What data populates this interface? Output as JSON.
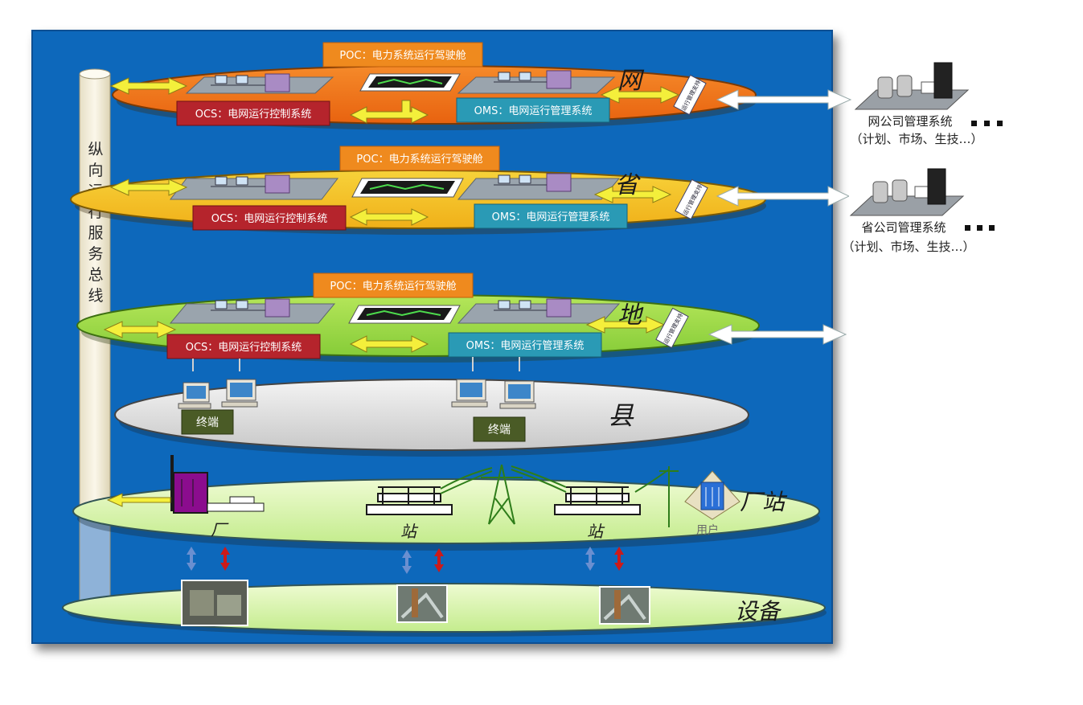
{
  "bus": {
    "label": [
      "纵",
      "向",
      "运",
      "行",
      "服",
      "务",
      "总",
      "线"
    ]
  },
  "layers": [
    {
      "key": "wang",
      "level_char": "网",
      "poc": "POC：电力系统运行驾驶舱",
      "ocs": "OCS：电网运行控制系统",
      "oms": "OMS：电网运行管理系统",
      "plate_text": "运行管理支持",
      "color": "#f2731c"
    },
    {
      "key": "sheng",
      "level_char": "省",
      "poc": "POC：电力系统运行驾驶舱",
      "ocs": "OCS：电网运行控制系统",
      "oms": "OMS：电网运行管理系统",
      "plate_text": "运行管理支持",
      "color": "#f6c61c"
    },
    {
      "key": "di",
      "level_char": "地",
      "poc": "POC：电力系统运行驾驶舱",
      "ocs": "OCS：电网运行控制系统",
      "oms": "OMS：电网运行管理系统",
      "plate_text": "运行管理支持",
      "color": "#97d63f"
    }
  ],
  "county": {
    "level_char": "县",
    "terminal_left": "终端",
    "terminal_right": "终端"
  },
  "plant_station": {
    "level_char": "厂站",
    "plant": "厂",
    "station_left": "站",
    "station_right": "站",
    "user": "用户"
  },
  "device": {
    "level_char": "设备"
  },
  "external": [
    {
      "name": "网公司管理系统",
      "sub": "（计划、市场、生技…）"
    },
    {
      "name": "省公司管理系统",
      "sub": "（计划、市场、生技…）"
    }
  ],
  "colors": {
    "background": "#1167bb",
    "ocs": "#b5242c",
    "oms": "#2a9ab5",
    "poc": "#ef8a1e",
    "terminal": "#4a5b26"
  }
}
